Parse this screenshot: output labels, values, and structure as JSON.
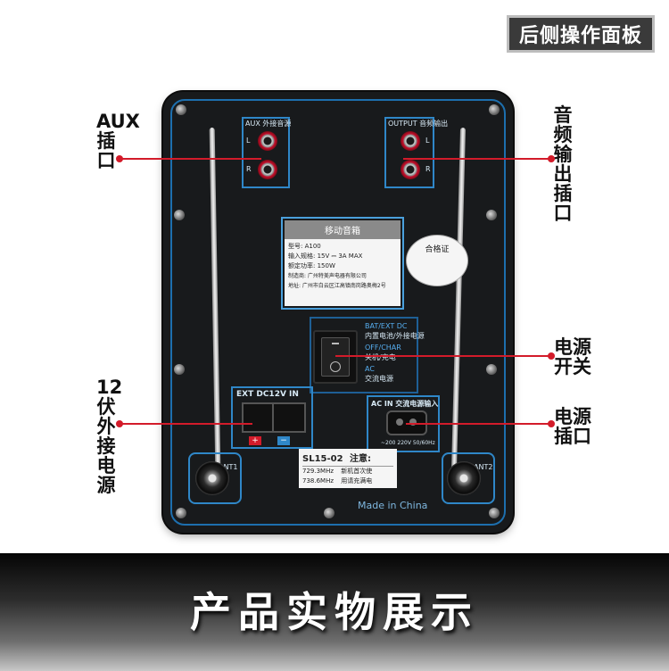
{
  "header_tag": "后侧操作面板",
  "callouts": {
    "aux": "AUX插口",
    "audio_out": "音频输出插口",
    "power_switch": "电源开关",
    "power_in": "电源插口",
    "ext_12v": "12伏外接电源"
  },
  "panel": {
    "aux_label": "AUX 外接音源",
    "output_label": "OUTPUT 音频输出",
    "jack_left": "L",
    "jack_right": "R",
    "nameplate": {
      "title": "移动音箱",
      "rows": [
        "型号: A100",
        "输入规格: 15V ⎓ 3A MAX",
        "额定功率: 150W",
        "制造商: 广州特美声电器有限公司",
        "地址: 广州市白云区江高镇南岗路奥梅2号"
      ]
    },
    "qc_sticker": "合格证",
    "switch_labels": [
      "BAT/EXT DC",
      "内置电池/外接电源",
      "OFF/CHAR",
      "关机/充电",
      "AC",
      "交流电源"
    ],
    "ext_dc_label": "EXT DC12V IN",
    "plus": "+",
    "minus": "−",
    "ac_in_label": "AC IN 交流电源输入",
    "ac_rating": "~200 220V 50/60Hz",
    "model_sticker": {
      "model": "SL15-02",
      "note": "注意:",
      "freq1": "729.3MHz",
      "freq2": "738.6MHz",
      "note1": "新机首次使",
      "note2": "用请充满电"
    },
    "ant1": "ANT1",
    "ant2": "ANT2",
    "made_in": "Made in China"
  },
  "banner_text": "产品实物展示",
  "colors": {
    "accent_red": "#d31b2a",
    "panel_blue": "#2f87c8",
    "panel_bg": "#181a1c"
  }
}
